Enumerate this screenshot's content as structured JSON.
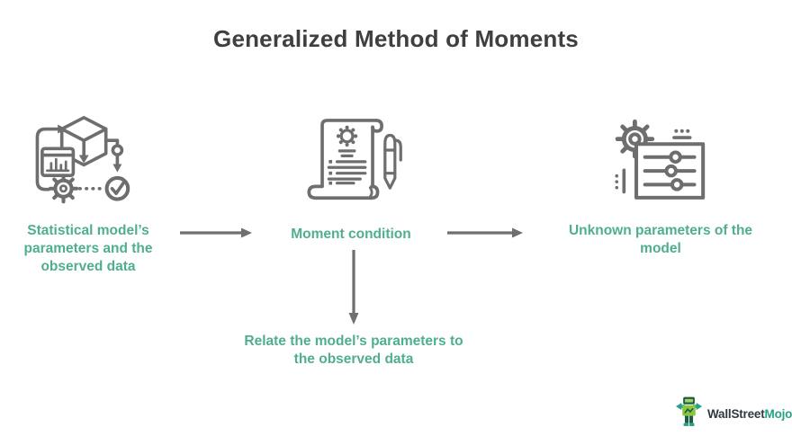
{
  "title": "Generalized Method of Moments",
  "colors": {
    "title_text": "#3F3F3F",
    "accent_teal": "#4FAE90",
    "icon_gray": "#6E6E6E",
    "arrow_gray": "#6F6F6F",
    "logo_dark": "#2D3A41",
    "logo_teal": "#2AA187",
    "mascot_dark": "#1E5B46",
    "mascot_light": "#8CC63F"
  },
  "steps": [
    {
      "id": "inputs",
      "icon": "statistical-model-data-icon",
      "label": "Statistical model’s parameters and the observed data",
      "lines": [
        "Statistical model’s",
        "parameters and the",
        "observed data"
      ]
    },
    {
      "id": "moment-condition",
      "icon": "moment-condition-document-icon",
      "label": "Moment condition",
      "lines": [
        "Moment condition"
      ]
    },
    {
      "id": "unknown-parameters",
      "icon": "unknown-parameters-icon",
      "label": "Unknown parameters of the model",
      "lines": [
        "Unknown parameters of the",
        "model"
      ]
    }
  ],
  "relation": {
    "label": "Relate the model’s parameters to the observed data",
    "lines": [
      "Relate the model’s parameters to",
      "the observed data"
    ]
  },
  "logo": {
    "brand": "WallStreetMojo",
    "text_primary": "WallStreet",
    "text_accent": "Mojo"
  }
}
